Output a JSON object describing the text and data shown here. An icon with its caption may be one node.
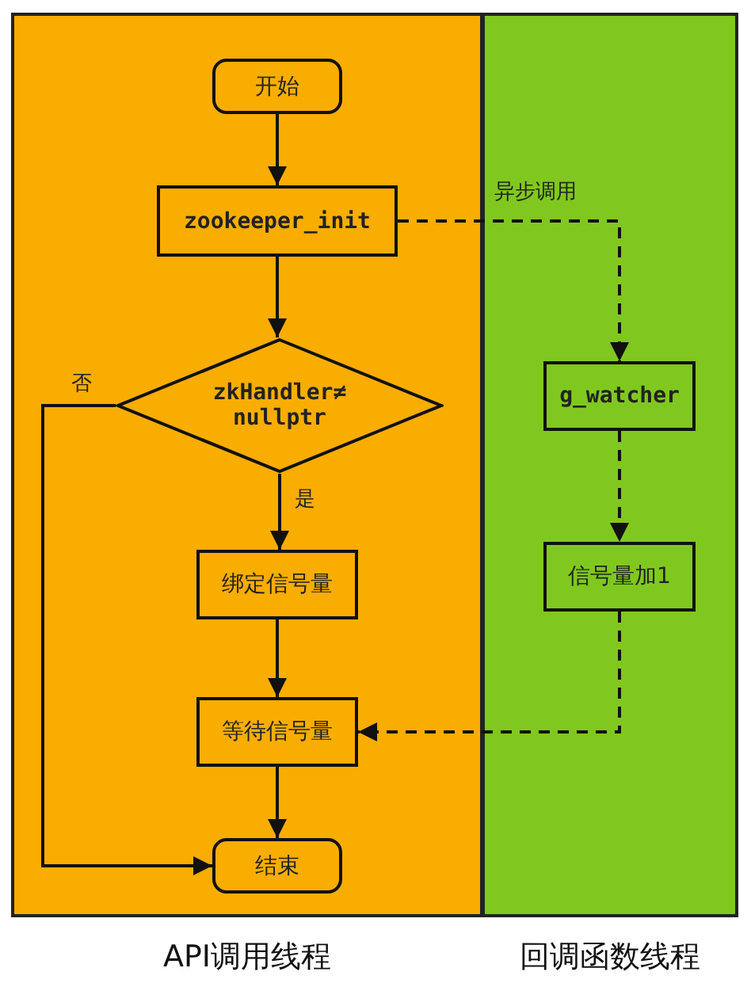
{
  "diagram": {
    "nodes": [
      {
        "text": [
          "API调用线程"
        ]
      },
      {
        "text": [
          "回调函数线程"
        ]
      },
      {
        "text": [
          "开始"
        ],
        "in": 0
      },
      {
        "text": [
          "zookeeper_init"
        ],
        "in": 0
      },
      {
        "text": [
          "zkHandler≠ nullptr"
        ],
        "in": 0
      },
      {
        "text": [
          "绑定信号量"
        ],
        "in": 0
      },
      {
        "text": [
          "等待信号量"
        ],
        "in": 0
      },
      {
        "text": [
          "结束"
        ],
        "in": 0
      },
      {
        "text": [
          "g_watcher"
        ],
        "in": 1
      },
      {
        "text": [
          "信号量加1"
        ],
        "in": 1
      }
    ],
    "edges": [
      {
        "from": 2,
        "to": 3,
        "arrow": "to"
      },
      {
        "from": 3,
        "to": 4,
        "arrow": "to"
      },
      {
        "from": 4,
        "to": 5,
        "arrow": "to",
        "label": "是"
      },
      {
        "from": 5,
        "to": 6,
        "arrow": "to"
      },
      {
        "from": 6,
        "to": 7,
        "arrow": "to"
      },
      {
        "from": 4,
        "to": 7,
        "arrow": "to",
        "label": "否"
      },
      {
        "from": 3,
        "to": 8,
        "arrow": "to",
        "label": "异步调用",
        "style": "dashed"
      },
      {
        "from": 8,
        "to": 9,
        "arrow": "to",
        "style": "dashed"
      },
      {
        "from": 9,
        "to": 6,
        "arrow": "to",
        "style": "dashed"
      }
    ]
  }
}
